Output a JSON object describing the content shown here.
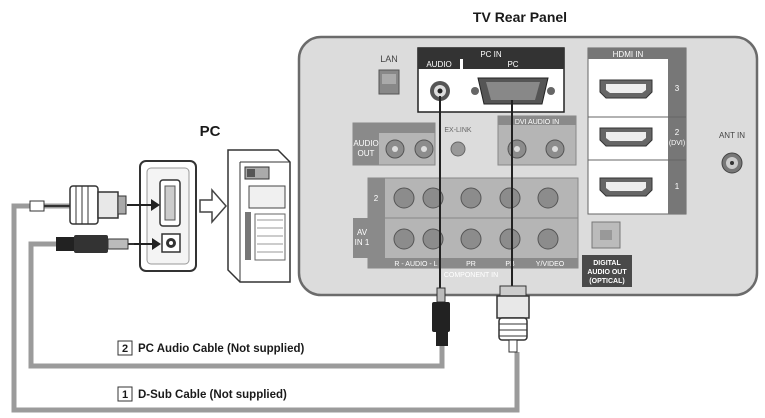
{
  "labels": {
    "tv_rear_panel": "TV Rear Panel",
    "pc": "PC",
    "lan": "LAN",
    "pc_in": "PC IN",
    "audio": "AUDIO",
    "pc_port": "PC",
    "hdmi_in": "HDMI IN",
    "ant_in": "ANT IN",
    "dvi_audio_in": "DVI AUDIO IN",
    "ex_link": "EX-LINK",
    "audio_out_1": "AUDIO",
    "audio_out_2": "OUT",
    "av_in_1": "AV",
    "av_in_2": "IN 1",
    "row_2": "2",
    "row_1": "1",
    "hdmi_3": "3",
    "hdmi_2": "2",
    "hdmi_2_sub": "(DVI)",
    "hdmi_1": "1",
    "r_audio_l": "R - AUDIO - L",
    "component_in": "COMPONENT IN",
    "pr": "PR",
    "pb": "PB",
    "y_video": "Y/VIDEO",
    "digital_1": "DIGITAL",
    "digital_2": "AUDIO OUT",
    "digital_3": "(OPTICAL)",
    "cable_2_num": "2",
    "cable_2_text": "PC Audio Cable (Not supplied)",
    "cable_1_num": "1",
    "cable_1_text": "D-Sub Cable (Not supplied)"
  },
  "colors": {
    "panel": "#dcdcdc",
    "panel_border": "#6b6b6b",
    "dark_section": "#4a4a4a",
    "jack_grey": "#8c8c8c",
    "cable": "#9b9b9b",
    "text": "#1a1a1a"
  }
}
